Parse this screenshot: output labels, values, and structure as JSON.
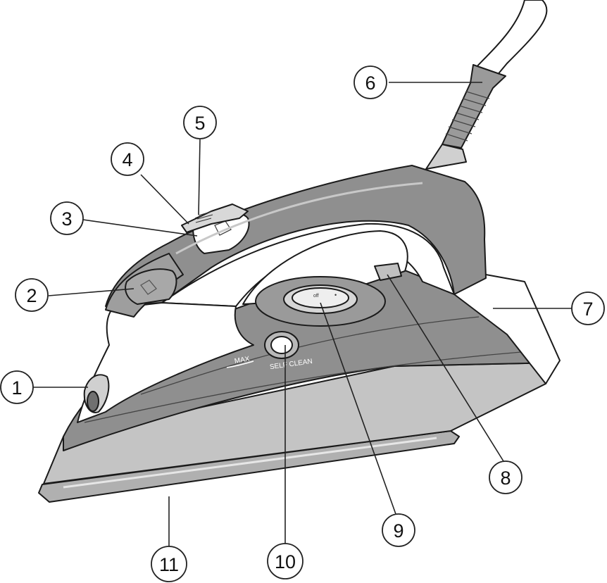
{
  "callouts": [
    {
      "id": "1",
      "label": "1"
    },
    {
      "id": "2",
      "label": "2"
    },
    {
      "id": "3",
      "label": "3"
    },
    {
      "id": "4",
      "label": "4"
    },
    {
      "id": "5",
      "label": "5"
    },
    {
      "id": "6",
      "label": "6"
    },
    {
      "id": "7",
      "label": "7"
    },
    {
      "id": "8",
      "label": "8"
    },
    {
      "id": "9",
      "label": "9"
    },
    {
      "id": "10",
      "label": "10"
    },
    {
      "id": "11",
      "label": "11"
    }
  ],
  "printed_text": {
    "max_mark": "MAX",
    "self_clean": "SELF CLEAN"
  },
  "colors": {
    "body_dark": "#8f8f8f",
    "body_mid": "#b4b4b4",
    "body_light": "#cfcfcf",
    "white_parts": "#ffffff",
    "outline": "#1a1a1a"
  }
}
